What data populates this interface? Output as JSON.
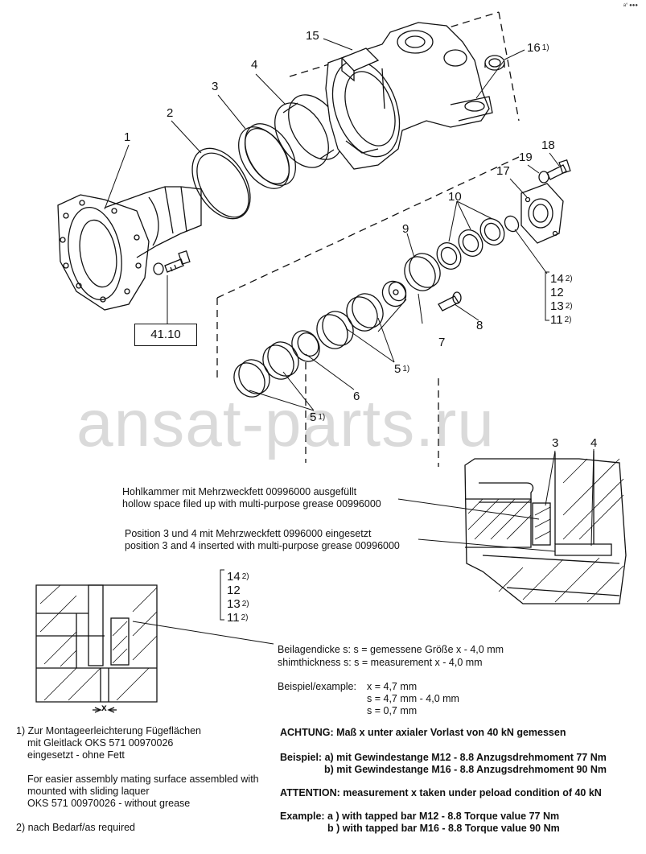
{
  "watermark": "ansat-parts.ru",
  "corner_mark": "a° ●●●",
  "callouts": [
    {
      "n": "1",
      "sup": ""
    },
    {
      "n": "2",
      "sup": ""
    },
    {
      "n": "3",
      "sup": ""
    },
    {
      "n": "4",
      "sup": ""
    },
    {
      "n": "5",
      "sup": "1)"
    },
    {
      "n": "5",
      "sup": "1)"
    },
    {
      "n": "6",
      "sup": ""
    },
    {
      "n": "7",
      "sup": ""
    },
    {
      "n": "8",
      "sup": ""
    },
    {
      "n": "9",
      "sup": ""
    },
    {
      "n": "10",
      "sup": ""
    },
    {
      "n": "15",
      "sup": ""
    },
    {
      "n": "16",
      "sup": "1)"
    },
    {
      "n": "17",
      "sup": ""
    },
    {
      "n": "18",
      "sup": ""
    },
    {
      "n": "19",
      "sup": ""
    }
  ],
  "ref_box": "41.10",
  "shim_list": [
    {
      "n": "14",
      "sup": "2)"
    },
    {
      "n": "12",
      "sup": ""
    },
    {
      "n": "13",
      "sup": "2)"
    },
    {
      "n": "11",
      "sup": "2)"
    }
  ],
  "detail": {
    "label_3": "3",
    "label_4": "4",
    "x_label": "x"
  },
  "notes": {
    "grease_de": "Hohlkammer mit Mehrzweckfett 00996000 ausgefüllt",
    "grease_en": "hollow space filed up with multi-purpose grease 00996000",
    "pos_de": "Position 3 und 4 mit Mehrzweckfett 0996000 eingesetzt",
    "pos_en": "position 3 and 4 inserted with multi-purpose grease 00996000",
    "shim_de": "Beilagendicke s: s = gemessene Größe x - 4,0 mm",
    "shim_en": "shimthickness s: s = measurement x - 4,0 mm",
    "example_label": "Beispiel/example:",
    "ex1": "x = 4,7 mm",
    "ex2": "s = 4,7 mm - 4,0 mm",
    "ex3": "s = 0,7 mm",
    "fn1_de_1": "1) Zur Montageerleichterung Fügeflächen",
    "fn1_de_2": "mit Gleitlack OKS 571 00970026",
    "fn1_de_3": "eingesetzt - ohne Fett",
    "fn1_en_1": "For easier assembly mating surface assembled with",
    "fn1_en_2": "mounted with sliding laquer",
    "fn1_en_3": "OKS 571 00970026 - without grease",
    "fn2": "2) nach Bedarf/as required",
    "achtung_label": "ACHTUNG:",
    "achtung_text": "Maß x unter axialer Vorlast von 40 kN gemessen",
    "beispiel_a": "Beispiel: a) mit Gewindestange M12 - 8.8 Anzugsdrehmoment 77 Nm",
    "beispiel_b": "b) mit Gewindestange M16 - 8.8 Anzugsdrehmoment 90 Nm",
    "attention": "ATTENTION: measurement x taken under peload condition of 40 kN",
    "example_a": "Example: a ) with tapped bar M12 - 8.8 Torque value 77 Nm",
    "example_b": "b ) with tapped bar M16 - 8.8 Torque value 90 Nm"
  }
}
